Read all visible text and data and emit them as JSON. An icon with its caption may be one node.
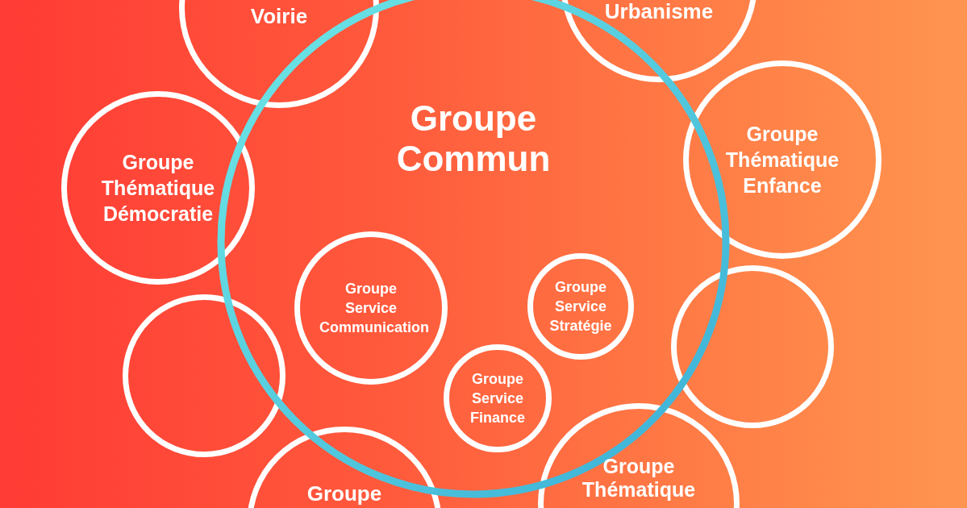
{
  "diagram": {
    "nodes": [
      {
        "text": [
          "Groupe Commun"
        ]
      },
      {
        "text": [
          "Groupe Service Communication"
        ],
        "in": 0
      },
      {
        "text": [
          "Groupe Service Stratégie"
        ],
        "in": 0
      },
      {
        "text": [
          "Groupe Service Finance"
        ],
        "in": 0
      },
      {
        "text": [
          "Voirie"
        ]
      },
      {
        "text": [
          "Urbanisme"
        ]
      },
      {
        "text": [
          "Groupe Thématique Démocratie"
        ]
      },
      {
        "text": [
          "Groupe Thématique Enfance"
        ]
      },
      {
        "text": [],
        "shape": "circle"
      },
      {
        "text": [],
        "shape": "circle"
      },
      {
        "text": [
          "Groupe"
        ]
      },
      {
        "text": [
          "Groupe Thématique"
        ]
      }
    ],
    "edges": []
  }
}
